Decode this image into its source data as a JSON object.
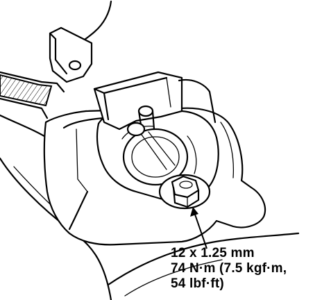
{
  "callout": {
    "bolt_size": "12 x 1.25 mm",
    "torque_line_1": "74 N·m (7.5 kgf·m,",
    "torque_line_2": "54 lbf·ft)"
  },
  "colors": {
    "ink": "#000000",
    "paper": "#ffffff"
  }
}
